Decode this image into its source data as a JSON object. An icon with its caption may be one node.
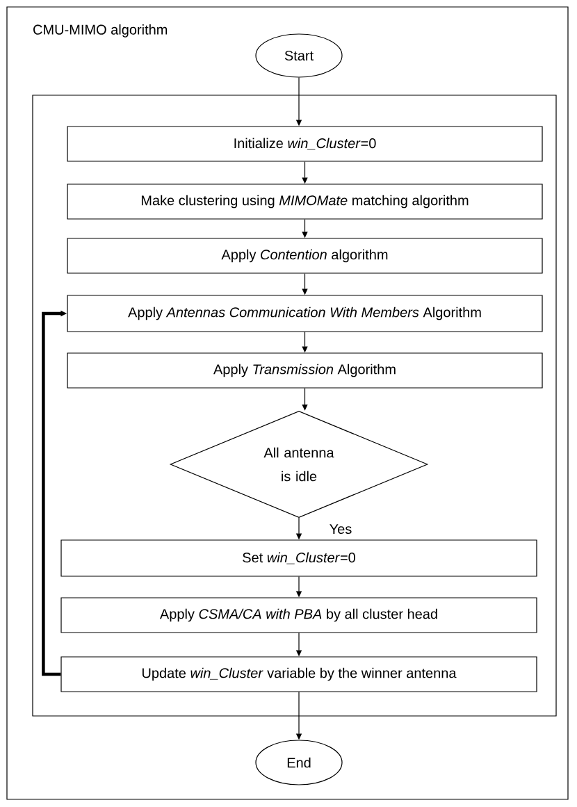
{
  "diagram": {
    "nodes": [
      {
        "text": [
          "CMU-MIMO algorithm"
        ]
      },
      {
        "text": [
          "Start"
        ],
        "in": 0
      },
      {
        "text": [],
        "shape": "box",
        "in": 0
      },
      {
        "text": [
          "Initialize *win_Cluster*=0"
        ],
        "in": 2
      },
      {
        "text": [
          "Make clustering using *MIMOMate* matching algorithm"
        ],
        "in": 2
      },
      {
        "text": [
          "Apply *Contention* algorithm"
        ],
        "in": 2
      },
      {
        "text": [
          "Apply *Antennas Communication With Members* Algorithm"
        ],
        "in": 2
      },
      {
        "text": [
          "Apply *Transmission* Algorithm"
        ],
        "in": 2
      },
      {
        "text": [
          "All antenna is idle"
        ],
        "in": 2
      },
      {
        "text": [
          "Set *win_Cluster*=0"
        ],
        "in": 2
      },
      {
        "text": [
          "Apply *CSMA/CA with PBA* by all cluster head"
        ],
        "in": 2
      },
      {
        "text": [
          "Update *win_Cluster* variable by the winner antenna"
        ],
        "in": 2
      },
      {
        "text": [
          "End"
        ],
        "in": 0
      }
    ],
    "edges": [
      {
        "from": 1,
        "to": 3,
        "arrow": "to"
      },
      {
        "from": 3,
        "to": 4,
        "arrow": "to"
      },
      {
        "from": 4,
        "to": 5,
        "arrow": "to"
      },
      {
        "from": 5,
        "to": 6,
        "arrow": "to"
      },
      {
        "from": 6,
        "to": 7,
        "arrow": "to"
      },
      {
        "from": 7,
        "to": 8,
        "arrow": "to"
      },
      {
        "from": 8,
        "to": 9,
        "arrow": "to",
        "label": "Yes"
      },
      {
        "from": 9,
        "to": 10,
        "arrow": "to"
      },
      {
        "from": 10,
        "to": 11,
        "arrow": "to"
      },
      {
        "from": 11,
        "to": 6,
        "arrow": "to",
        "style": "thick"
      },
      {
        "from": 11,
        "to": 12,
        "arrow": "to"
      }
    ]
  }
}
